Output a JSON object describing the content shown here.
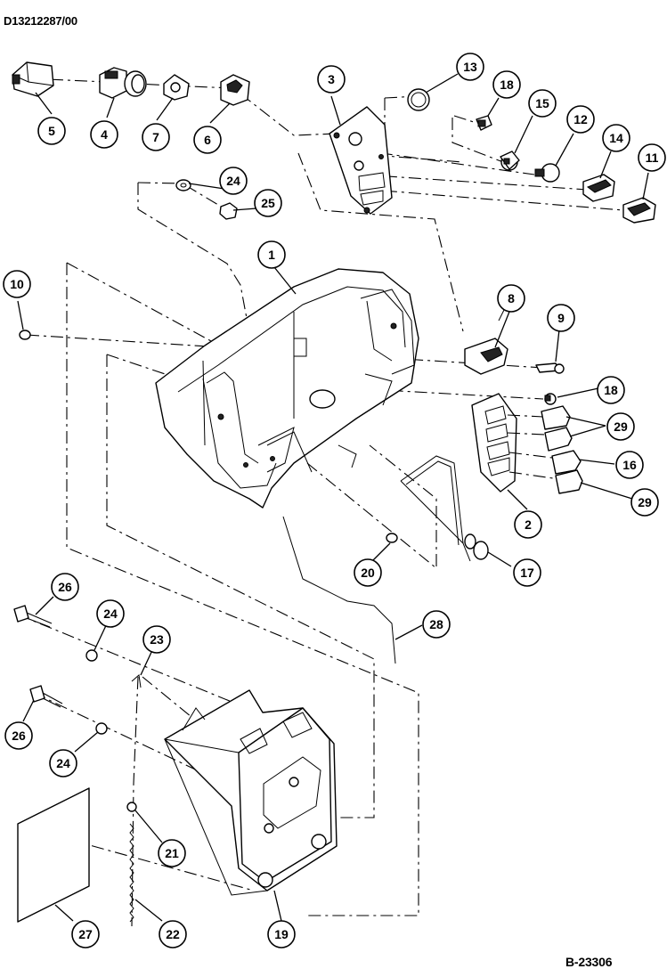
{
  "header": {
    "document_id": "D13212287/00"
  },
  "footer": {
    "figure_id": "B-23306"
  },
  "callouts": [
    {
      "id": "c5",
      "label": "5"
    },
    {
      "id": "c4a",
      "label": "4"
    },
    {
      "id": "c7",
      "label": "7"
    },
    {
      "id": "c6",
      "label": "6"
    },
    {
      "id": "c3",
      "label": "3"
    },
    {
      "id": "c13",
      "label": "13"
    },
    {
      "id": "c18a",
      "label": "18"
    },
    {
      "id": "c15",
      "label": "15"
    },
    {
      "id": "c12",
      "label": "12"
    },
    {
      "id": "c14",
      "label": "14"
    },
    {
      "id": "c11",
      "label": "11"
    },
    {
      "id": "c24a",
      "label": "24"
    },
    {
      "id": "c25",
      "label": "25"
    },
    {
      "id": "c1",
      "label": "1"
    },
    {
      "id": "c10",
      "label": "10"
    },
    {
      "id": "c8",
      "label": "8"
    },
    {
      "id": "c9",
      "label": "9"
    },
    {
      "id": "c18b",
      "label": "18"
    },
    {
      "id": "c29a",
      "label": "29"
    },
    {
      "id": "c16",
      "label": "16"
    },
    {
      "id": "c29b",
      "label": "29"
    },
    {
      "id": "c2",
      "label": "2"
    },
    {
      "id": "c20",
      "label": "20"
    },
    {
      "id": "c17",
      "label": "17"
    },
    {
      "id": "c26a",
      "label": "26"
    },
    {
      "id": "c24b",
      "label": "24"
    },
    {
      "id": "c23",
      "label": "23"
    },
    {
      "id": "c28",
      "label": "28"
    },
    {
      "id": "c26b",
      "label": "26"
    },
    {
      "id": "c24c",
      "label": "24"
    },
    {
      "id": "c21",
      "label": "21"
    },
    {
      "id": "c27",
      "label": "27"
    },
    {
      "id": "c22",
      "label": "22"
    },
    {
      "id": "c19",
      "label": "19"
    }
  ]
}
